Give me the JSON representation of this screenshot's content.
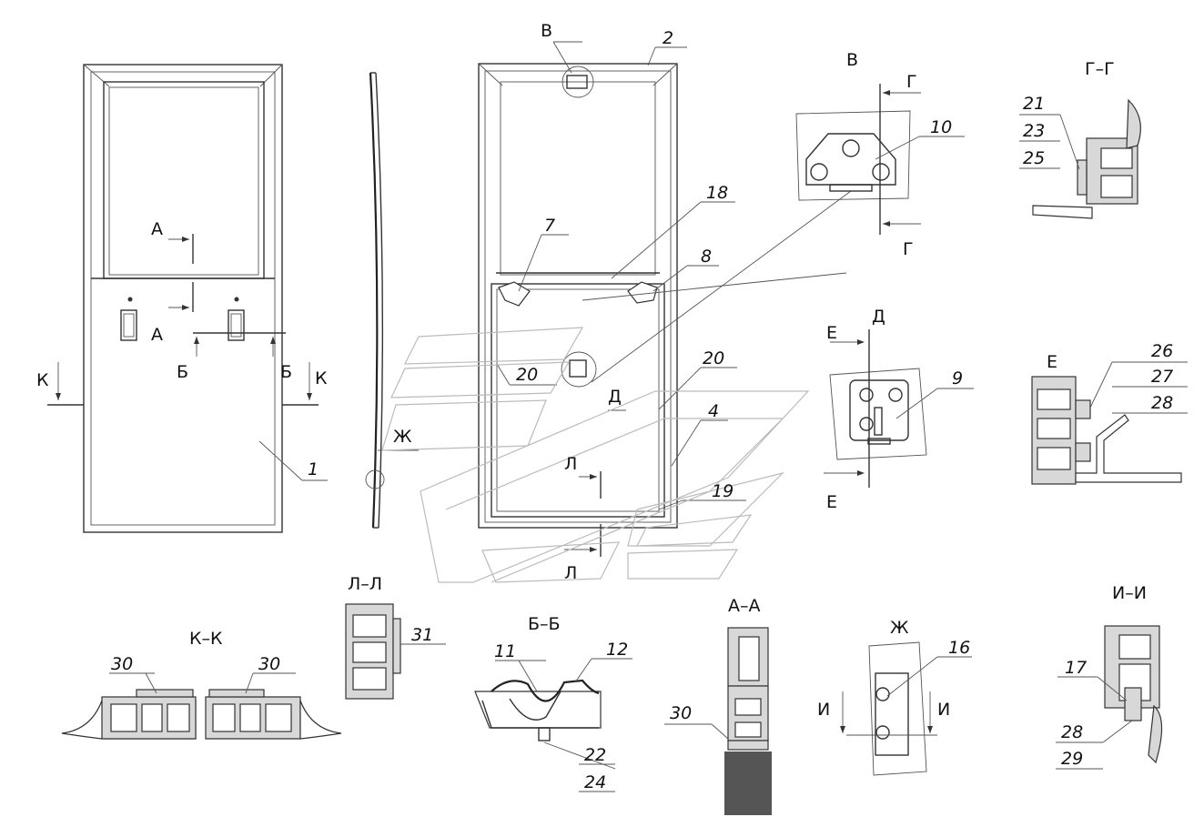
{
  "labels": {
    "l1": "1",
    "l2": "2",
    "l4": "4",
    "l7": "7",
    "l8": "8",
    "l9": "9",
    "l10": "10",
    "l11": "11",
    "l12": "12",
    "l16": "16",
    "l17": "17",
    "l18": "18",
    "l19": "19",
    "l20a": "20",
    "l20b": "20",
    "l21": "21",
    "l22": "22",
    "l23": "23",
    "l24": "24",
    "l25": "25",
    "l26": "26",
    "l27": "27",
    "l28a": "28",
    "l28b": "28",
    "l29": "29",
    "l30a": "30",
    "l30b": "30",
    "l30c": "30",
    "l31": "31"
  },
  "section_marks": {
    "A_top": "А",
    "A_bot": "А",
    "B_left": "Б",
    "B_right": "Б",
    "K_left": "К",
    "K_right": "К",
    "V_top": "В",
    "V_view": "В",
    "G_top": "Г",
    "G_bot": "Г",
    "D_top": "Д",
    "D_small": "Д",
    "E_top": "Е",
    "E_bot": "Е",
    "E_view": "Е",
    "Zh_mark": "Ж",
    "Zh_view": "Ж",
    "L_top": "Л",
    "L_bot": "Л",
    "I_left": "И",
    "I_right": "И"
  },
  "section_titles": {
    "GG": "Г–Г",
    "KK": "К–К",
    "LL": "Л–Л",
    "BB": "Б–Б",
    "AA": "А–А",
    "II": "И–И"
  }
}
